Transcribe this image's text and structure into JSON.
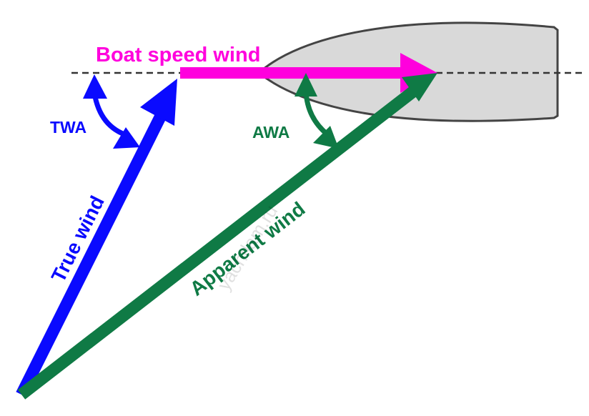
{
  "labels": {
    "boat_speed_wind": "Boat speed wind",
    "true_wind": "True wind",
    "apparent_wind": "Apparent wind",
    "twa": "TWA",
    "awa": "AWA"
  },
  "watermark": "yachtlam.ru",
  "colors": {
    "boat_speed_wind": "#ff00dd",
    "true_wind": "#0a0aff",
    "apparent_wind": "#0f7a45",
    "hull_fill": "#d9d9d9",
    "hull_stroke": "#444444",
    "centerline": "#333333"
  }
}
